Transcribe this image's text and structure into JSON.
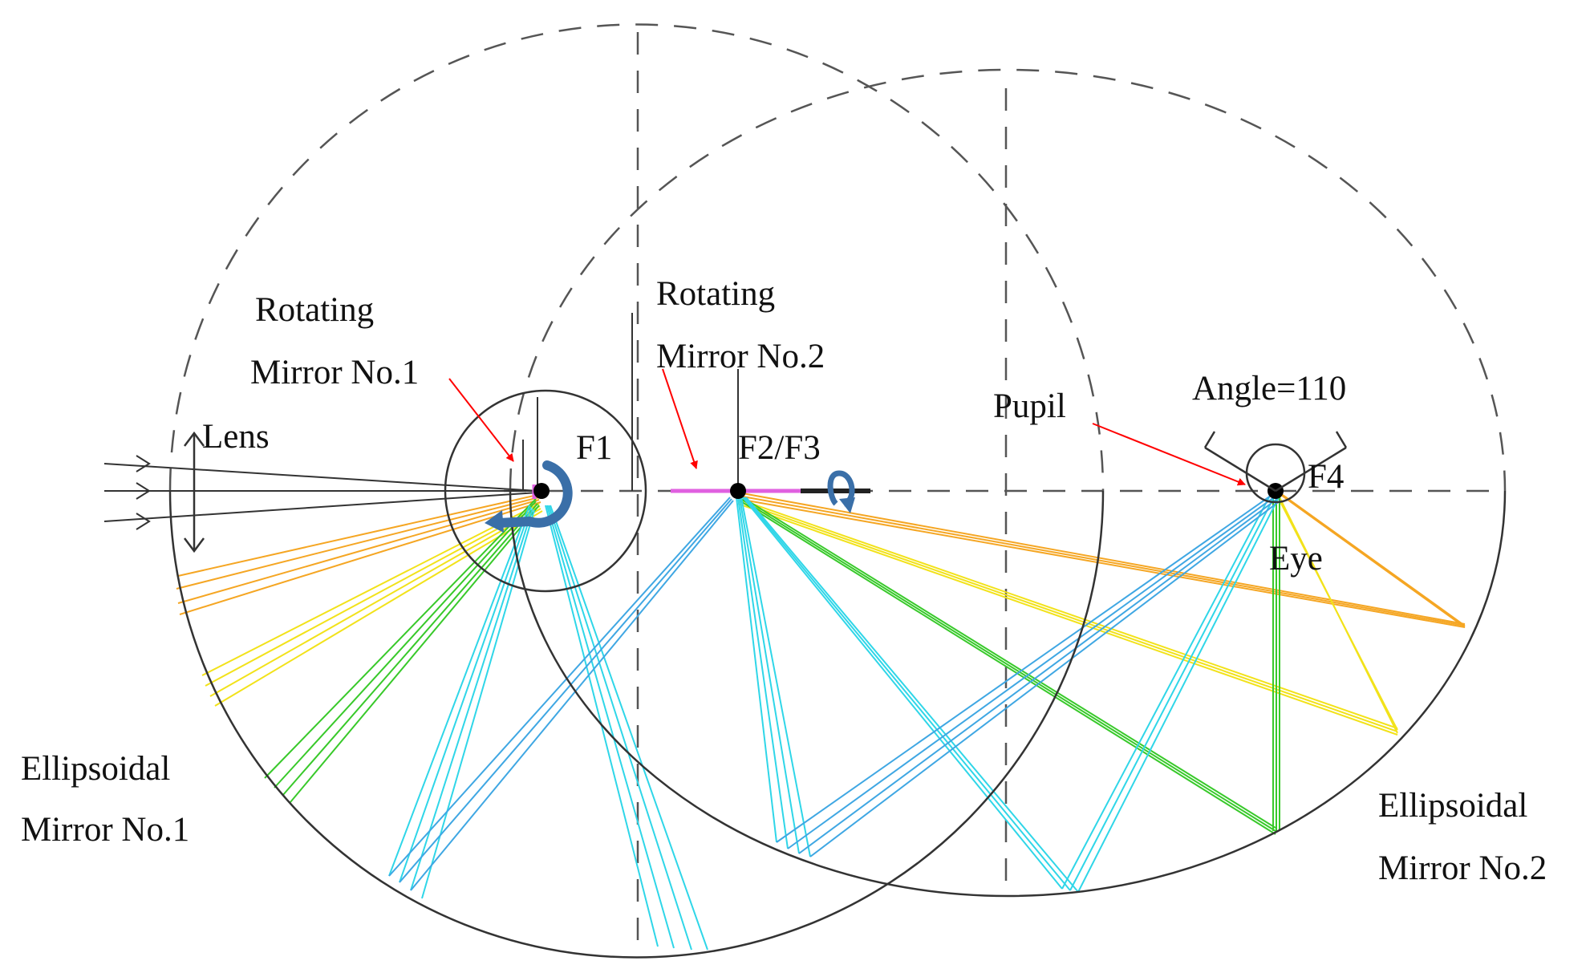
{
  "labels": {
    "rotating_mirror_1": [
      "Rotating",
      "Mirror No.1"
    ],
    "rotating_mirror_2": [
      "Rotating",
      "Mirror No.2"
    ],
    "lens": "Lens",
    "f1": "F1",
    "f2f3": "F2/F3",
    "pupil": "Pupil",
    "angle": "Angle=110",
    "f4": "F4",
    "eye": "Eye",
    "ellipsoidal_mirror_1": [
      "Ellipsoidal",
      "Mirror No.1"
    ],
    "ellipsoidal_mirror_2": [
      "Ellipsoidal",
      "Mirror No.2"
    ]
  },
  "colors": {
    "outline": "#333333",
    "dashed": "#555555",
    "arrow": "#ff0000",
    "orange": "#f5a623",
    "yellow": "#f4e81a",
    "green": "#38c92a",
    "cyan": "#2fd6e8",
    "blue": "#3fa7e3",
    "mirror_pink": "#e060e0",
    "rotation_icon": "#3a6fa8"
  }
}
